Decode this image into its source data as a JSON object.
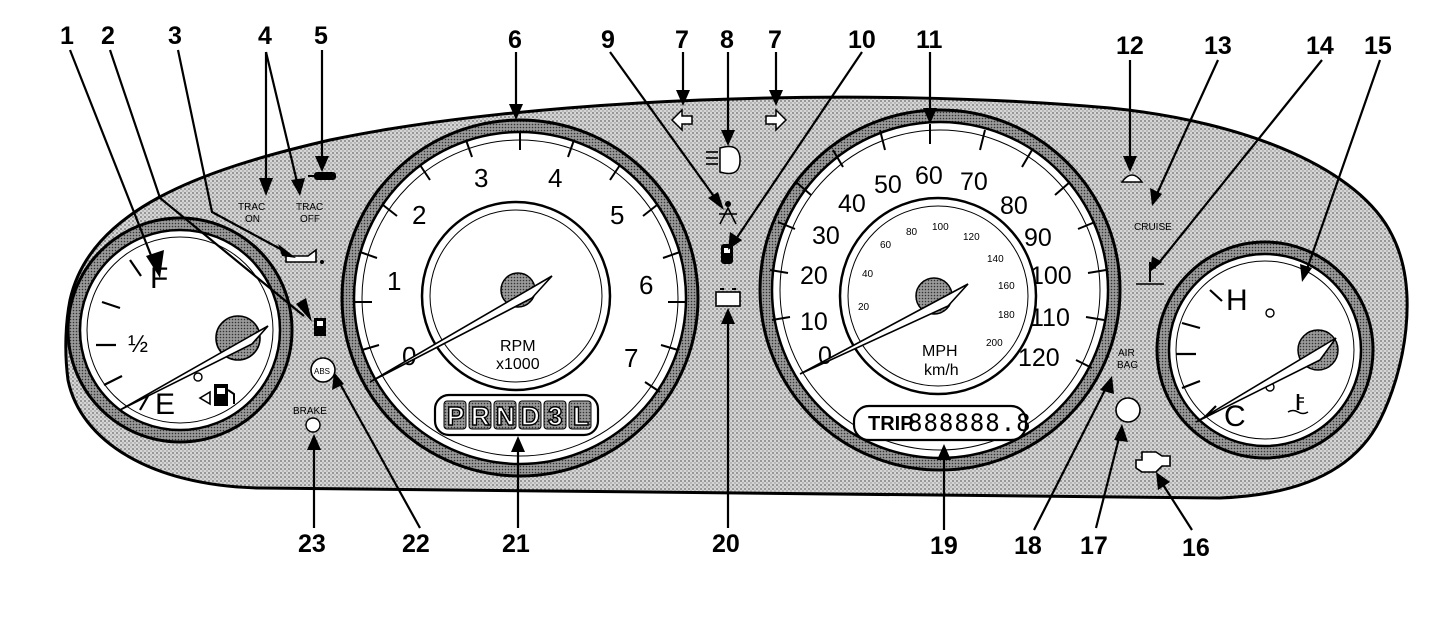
{
  "callouts": [
    "1",
    "2",
    "3",
    "4",
    "5",
    "6",
    "7",
    "8",
    "7",
    "9",
    "10",
    "11",
    "12",
    "13",
    "14",
    "15",
    "16",
    "17",
    "18",
    "19",
    "20",
    "21",
    "22",
    "23"
  ],
  "fuel_gauge": {
    "full": "F",
    "half": "½",
    "empty": "E"
  },
  "tachometer": {
    "ticks": [
      "0",
      "1",
      "2",
      "3",
      "4",
      "5",
      "6",
      "7"
    ],
    "unit_line1": "RPM",
    "unit_line2": "x1000"
  },
  "speedometer": {
    "mph_ticks": [
      "0",
      "10",
      "20",
      "30",
      "40",
      "50",
      "60",
      "70",
      "80",
      "90",
      "100",
      "110",
      "120"
    ],
    "kmh_ticks": [
      "20",
      "40",
      "60",
      "80",
      "100",
      "120",
      "140",
      "160",
      "180",
      "200"
    ],
    "unit_line1": "MPH",
    "unit_line2": "km/h"
  },
  "temp_gauge": {
    "hot": "H",
    "cold": "C"
  },
  "gear_selector": [
    "P",
    "R",
    "N",
    "D",
    "3",
    "L"
  ],
  "odometer": {
    "label": "TRIP",
    "digits": "888888.8"
  },
  "indicator_labels": {
    "trac_on_1": "TRAC",
    "trac_on_2": "ON",
    "trac_off_1": "TRAC",
    "trac_off_2": "OFF",
    "cruise": "CRUISE",
    "air_bag_1": "AIR",
    "air_bag_2": "BAG",
    "brake": "BRAKE",
    "abs": "ABS"
  },
  "colors": {
    "panel_shade": "#bdbdbd",
    "gauge_face": "#ffffff",
    "ink": "#000000"
  }
}
